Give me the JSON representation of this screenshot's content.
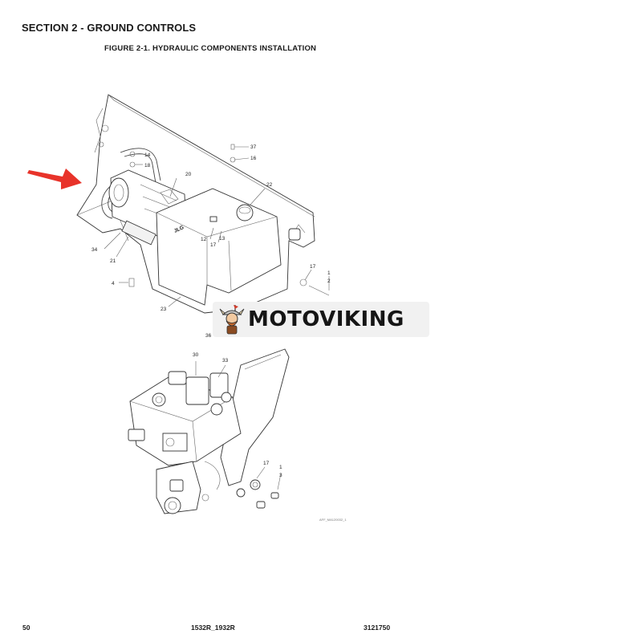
{
  "header": {
    "section_title": "SECTION 2 - GROUND CONTROLS",
    "figure_title": "FIGURE 2-1. HYDRAULIC COMPONENTS INSTALLATION"
  },
  "callouts": {
    "c37": "37",
    "c16": "16",
    "c14": "14",
    "c18": "18",
    "c20": "20",
    "c22": "22",
    "c12": "12",
    "c17a": "17",
    "c13": "13",
    "c34": "34",
    "c21": "21",
    "c4": "4",
    "c23": "23",
    "c17b": "17",
    "c1a": "1",
    "c2": "2",
    "c36": "36",
    "c30": "30",
    "c33": "33",
    "c17c": "17",
    "c1b": "1",
    "c3": "3"
  },
  "image_ref": "AFF_MA120032_1",
  "watermark": {
    "logo_text": "MOTOVIKING"
  },
  "footer": {
    "page_number": "50",
    "model": "1532R_1932R",
    "document_number": "3121750"
  },
  "colors": {
    "arrow": "#e8332a",
    "background": "#ffffff",
    "watermark_bg": "#f1f1f1"
  }
}
